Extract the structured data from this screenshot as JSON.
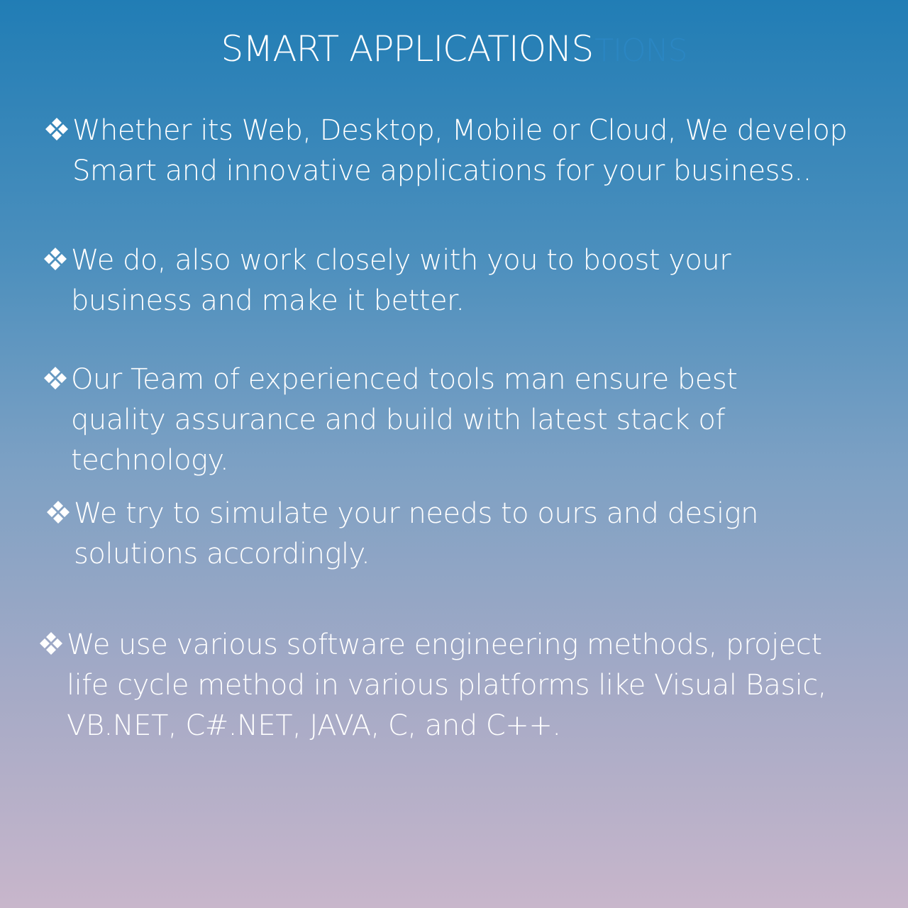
{
  "page": {
    "title": "SMART APPLICATIONS",
    "title_ghost": "TIONS",
    "bullet_icon": "four-diamond-icon"
  },
  "colors": {
    "gradient_top": "#217db5",
    "gradient_bottom": "#c8b6cb",
    "text": "#ffffff",
    "ghost_text": "#2b86c2"
  },
  "bullets": [
    {
      "text": "Whether its Web, Desktop, Mobile or Cloud, We develop Smart and innovative applications for your business.."
    },
    {
      "text": "We do, also work closely with you to boost your business and make it better."
    },
    {
      "text": "Our Team of experienced tools man ensure best quality assurance and build with latest stack of technology."
    },
    {
      "text": "We try to simulate your needs to ours and design solutions accordingly."
    },
    {
      "text": "We use various software engineering methods, project life cycle method in various platforms like Visual Basic, VB.NET, C#.NET, JAVA, C, and C++."
    }
  ]
}
